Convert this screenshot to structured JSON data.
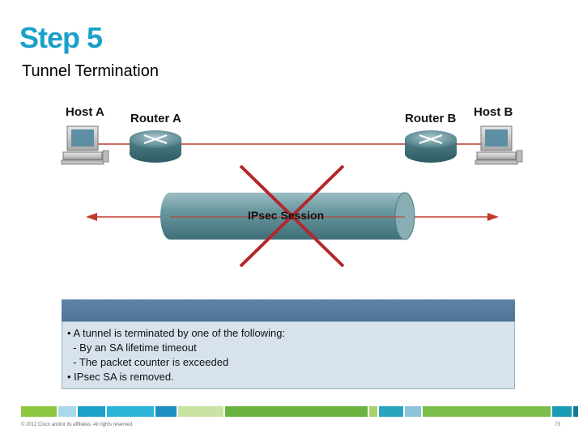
{
  "slide": {
    "title": "Step 5",
    "subtitle": "Tunnel Termination"
  },
  "diagram": {
    "host_a": "Host A",
    "router_a": "Router A",
    "router_b": "Router B",
    "host_b": "Host B",
    "tunnel_label": "IPsec Session"
  },
  "info": {
    "lines": [
      "• A tunnel is terminated by one of the following:",
      "  - By an SA lifetime timeout",
      "  - The packet counter is exceeded",
      "• IPsec SA is removed."
    ]
  },
  "footer": {
    "copyright": "© 2012 Cisco and/or its affiliates. All rights reserved.",
    "page_number": "73"
  },
  "colors": {
    "title": "#1ba0c9",
    "link_line": "#c0392b",
    "cross": "#b5262b",
    "tunnel": "#6c9aa2"
  }
}
